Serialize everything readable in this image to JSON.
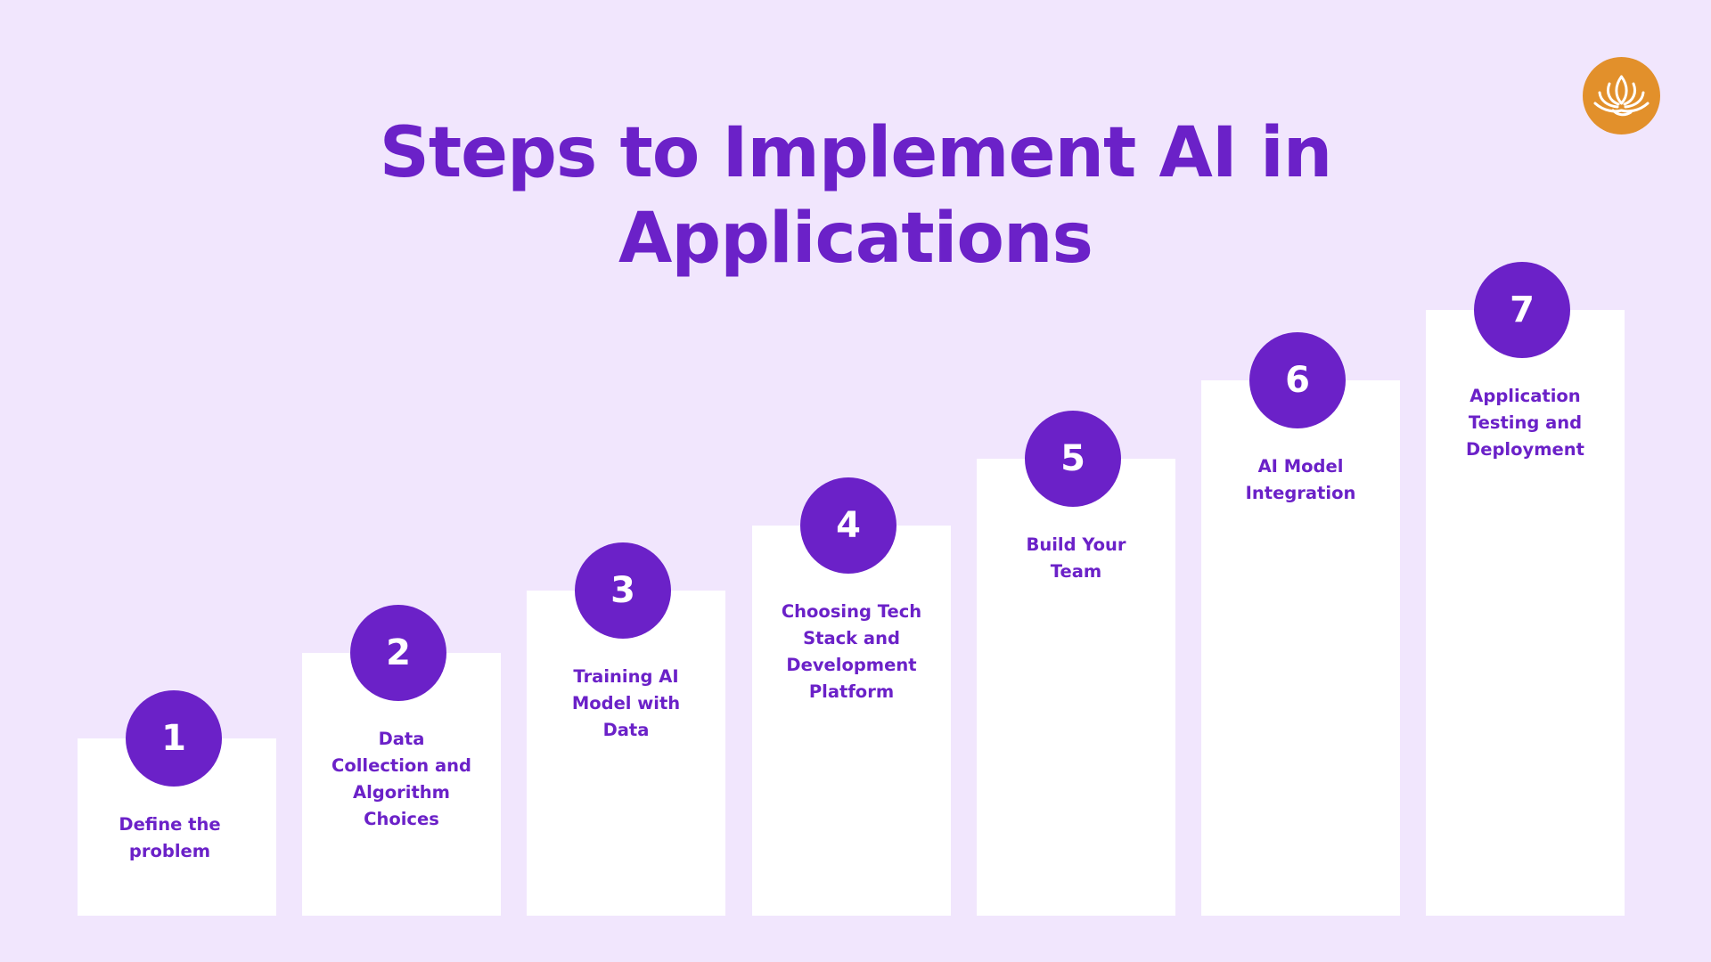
{
  "title": {
    "line1": "Steps to Implement AI in",
    "line2": "Applications"
  },
  "logo": {
    "icon": "lotus-icon",
    "color": "#e2902b"
  },
  "colors": {
    "background": "#f1e6fd",
    "accent": "#6b21c8",
    "card": "#ffffff"
  },
  "steps": [
    {
      "number": "1",
      "label": "Define the\nproblem"
    },
    {
      "number": "2",
      "label": "Data\nCollection and\nAlgorithm\nChoices"
    },
    {
      "number": "3",
      "label": "Training AI\nModel with\nData"
    },
    {
      "number": "4",
      "label": "Choosing Tech\nStack and\nDevelopment\nPlatform"
    },
    {
      "number": "5",
      "label": "Build Your\nTeam"
    },
    {
      "number": "6",
      "label": "AI Model\nIntegration"
    },
    {
      "number": "7",
      "label": "Application\nTesting and\nDeployment"
    }
  ]
}
